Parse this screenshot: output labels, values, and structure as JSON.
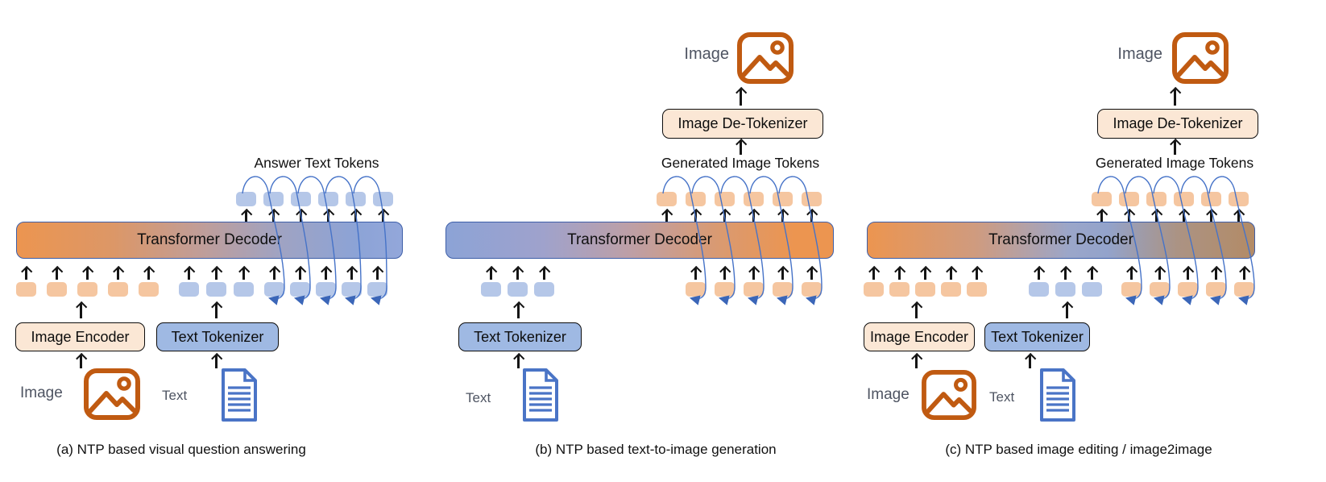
{
  "figure": {
    "type": "diagram",
    "description": "Next-token-prediction (NTP) multimodal architectures"
  },
  "colors": {
    "token_orange": "#F5C6A0",
    "token_blue": "#B5C7E8",
    "box_orange_fill": "#FBE7D5",
    "box_blue_fill": "#9FB9E3",
    "image_icon_orange": "#C05A11",
    "document_icon_blue": "#4A74C6",
    "loop_arrow_blue": "#4673C8",
    "decoder_border_blue": "#3D5EA8",
    "decoder_gradient_orange": "#EC9550",
    "decoder_gradient_blue": "#8CA3D6"
  },
  "panels": {
    "a": {
      "caption": "(a) NTP based visual question answering",
      "output_label": "Answer Text Tokens",
      "decoder_label": "Transformer Decoder",
      "image_encoder_label": "Image Encoder",
      "text_tokenizer_label": "Text Tokenizer",
      "image_input_label": "Image",
      "text_input_label": "Text",
      "output_tokens": "blue:6:out",
      "image_tokens": "orange:5:in",
      "text_tokens": "blue:3:in",
      "feedback_tokens": "blue:5:in"
    },
    "b": {
      "caption": "(b) NTP based text-to-image generation",
      "output_image_label": "Image",
      "detokenizer_label": "Image De-Tokenizer",
      "output_label": "Generated Image Tokens",
      "decoder_label": "Transformer Decoder",
      "text_tokenizer_label": "Text Tokenizer",
      "text_input_label": "Text",
      "output_tokens": "orange:6:out",
      "text_tokens": "blue:3:in",
      "feedback_tokens": "orange:5:in"
    },
    "c": {
      "caption": "(c) NTP based image editing / image2image",
      "output_image_label": "Image",
      "detokenizer_label": "Image De-Tokenizer",
      "output_label": "Generated Image Tokens",
      "decoder_label": "Transformer Decoder",
      "image_encoder_label": "Image Encoder",
      "text_tokenizer_label": "Text Tokenizer",
      "image_input_label": "Image",
      "text_input_label": "Text",
      "output_tokens": "orange:6:out",
      "image_tokens": "orange:5:in",
      "text_tokens": "blue:3:in",
      "feedback_tokens": "orange:5:in"
    }
  }
}
